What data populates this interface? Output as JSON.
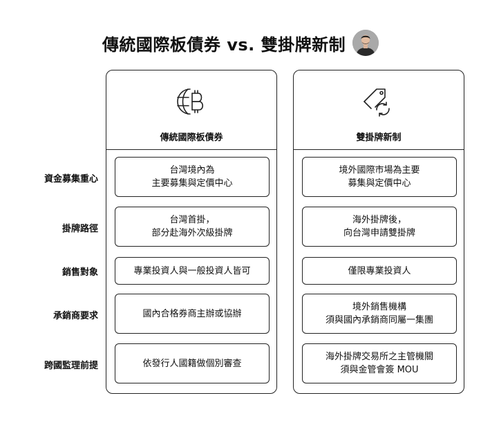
{
  "title": "傳統國際板債券 vs. 雙掛牌新制",
  "rows": [
    {
      "label": "資金募集重心",
      "left": [
        "台灣境內為",
        "主要募集與定價中心"
      ],
      "right": [
        "境外國際市場為主要",
        "募集與定價中心"
      ]
    },
    {
      "label": "掛牌路徑",
      "left": [
        "台灣首掛，",
        "部分赴海外次級掛牌"
      ],
      "right": [
        "海外掛牌後，",
        "向台灣申請雙掛牌"
      ]
    },
    {
      "label": "銷售對象",
      "left": [
        "專業投資人與一般投資人皆可"
      ],
      "right": [
        "僅限專業投資人"
      ]
    },
    {
      "label": "承銷商要求",
      "left": [
        "國內合格券商主辦或協辦"
      ],
      "right": [
        "境外銷售機構",
        "須與國內承銷商同屬一集團"
      ]
    },
    {
      "label": "跨國監理前提",
      "left": [
        "依發行人國籍做個別審查"
      ],
      "right": [
        "海外掛牌交易所之主管機關",
        "須與金管會簽 MOU"
      ]
    }
  ],
  "columns": {
    "left": {
      "title": "傳統國際板債券",
      "icon": "globe-bitcoin-icon"
    },
    "right": {
      "title": "雙掛牌新制",
      "icon": "tag-exchange-icon"
    }
  },
  "avatar": {
    "icon": "avatar-person-icon"
  }
}
